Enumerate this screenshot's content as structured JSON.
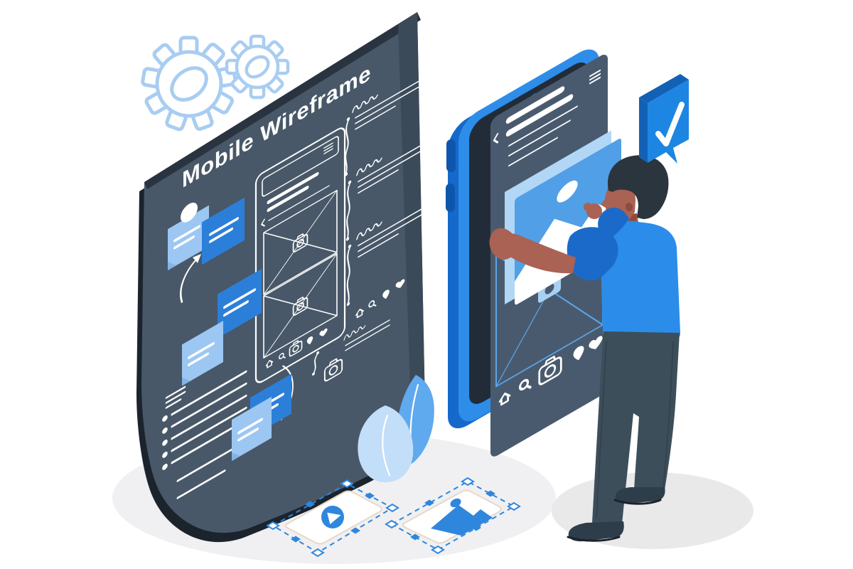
{
  "scene": {
    "title": "Mobile Wireframe",
    "description": "Isometric illustration of a person placing a photo card onto a large smartphone app wireframe, next to a dark poster sheet titled Mobile Wireframe with a sketched phone wireframe, handwritten annotations, sticky notes, gears, a plant and selectable media assets.",
    "colors": {
      "bg": "#ffffff",
      "shadow": "#f0f0f2",
      "shadow2": "#e9e9ea",
      "poster": "#485868",
      "poster_fold": "#3b4a59",
      "poster_edge": "#1b242d",
      "poster_top": "#2a3440",
      "white": "#ffffff",
      "blue": "#2d8de9",
      "blue_side": "#1569cb",
      "blue_btn": "#0e56ac",
      "bezel": "#222c38",
      "panel": "#4a5a6e",
      "wire": "#5aa5e8",
      "wire_light": "#a7d1f2",
      "note_light": "#9cc7f3",
      "note_fold": "#83b4e4",
      "note_blue": "#2c7fd9",
      "card_back": "#b2d7f6",
      "card_front": "#519fe6",
      "gear": "#a9cdf1",
      "leaf_light": "#c2def8",
      "leaf_mid": "#5fa9ee",
      "accent": "#2f86dd",
      "frame_border": "#e7d8c8",
      "skin": "#a96253",
      "skin_dark": "#8f4c3e",
      "hair": "#2b353e",
      "shirt": "#2b8ce9",
      "sleeve": "#1b6ac9",
      "pants": "#3c4e5a",
      "shoe": "#2d3d49",
      "sole": "#1a232c"
    },
    "poster": {
      "annotation_groups": 3,
      "sticky_notes": 6,
      "bullet_rows": 5,
      "nav_icons": [
        "home-icon",
        "search-icon",
        "camera-icon",
        "location-icon",
        "heart-icon"
      ]
    },
    "phone": {
      "nav_icons": [
        "home-icon",
        "search-icon",
        "camera-icon",
        "location-icon",
        "heart-icon"
      ],
      "header_icons": [
        "hamburger-icon",
        "back-icon"
      ]
    },
    "assets": [
      "video-play-icon",
      "image-icon"
    ],
    "badges": [
      "check-icon"
    ],
    "decor": [
      "gear-icon",
      "gear-icon",
      "plant-leaves",
      "sticky-notes",
      "pin-ball"
    ]
  }
}
